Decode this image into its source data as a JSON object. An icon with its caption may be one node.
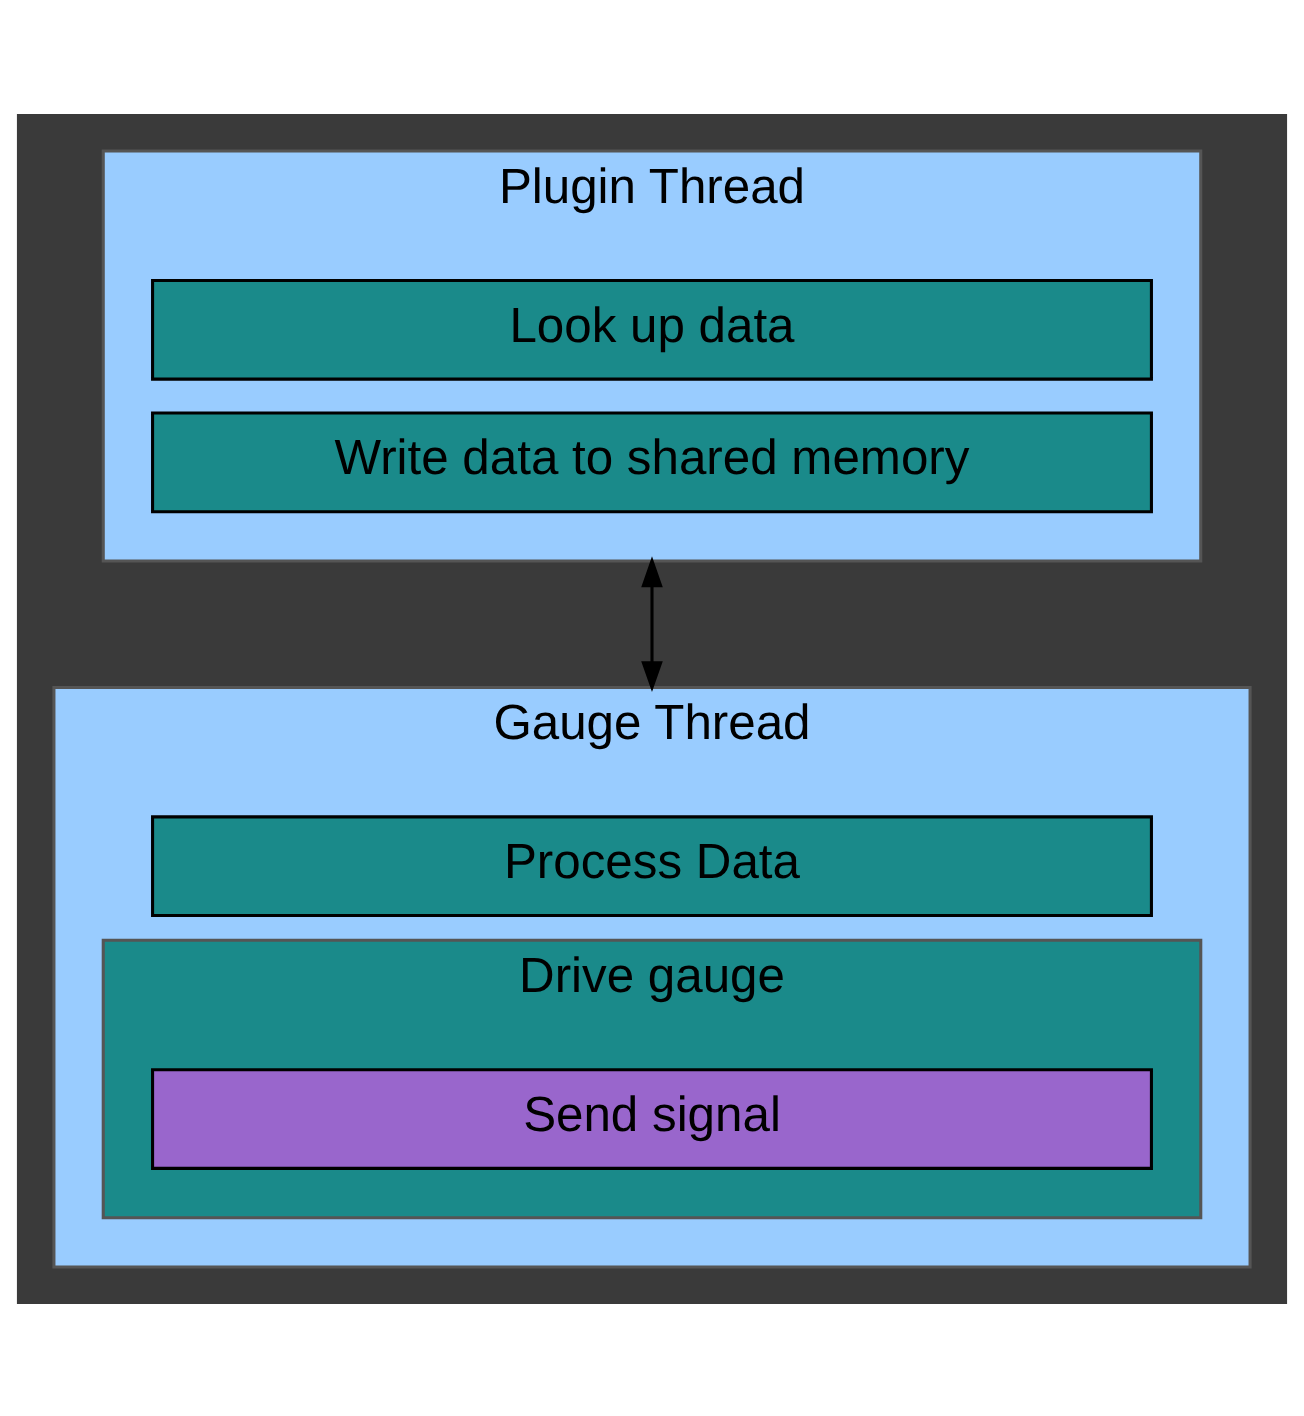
{
  "diagram": {
    "nodes": [
      {
        "text": [
          "Plugin Thread"
        ]
      },
      {
        "text": [
          "Look up data"
        ],
        "in": 0
      },
      {
        "text": [
          "Write data to shared memory"
        ],
        "in": 0
      },
      {
        "text": [
          "Gauge Thread"
        ]
      },
      {
        "text": [
          "Process Data"
        ],
        "in": 3
      },
      {
        "text": [
          "Drive gauge"
        ],
        "in": 3
      },
      {
        "text": [
          "Send signal"
        ],
        "in": 5
      }
    ],
    "edges": [
      {
        "from": 0,
        "to": 3,
        "arrow": "both"
      }
    ]
  }
}
